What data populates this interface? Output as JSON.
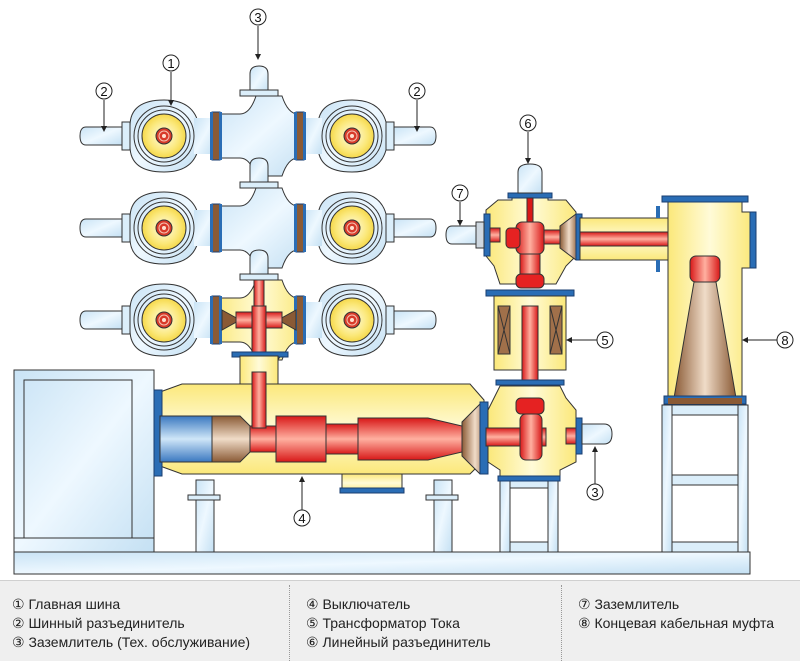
{
  "diagram": {
    "title": "Gas-insulated switchgear bay cross-section",
    "callouts": [
      {
        "num": "1",
        "glyph": "①"
      },
      {
        "num": "2",
        "glyph": "②"
      },
      {
        "num": "3",
        "glyph": "③"
      },
      {
        "num": "4",
        "glyph": "④"
      },
      {
        "num": "5",
        "glyph": "⑤"
      },
      {
        "num": "6",
        "glyph": "⑥"
      },
      {
        "num": "7",
        "glyph": "⑦"
      },
      {
        "num": "8",
        "glyph": "⑧"
      }
    ],
    "colors": {
      "enclosure_blue": "#dbeefa",
      "gas_yellow": "#fdf3a0",
      "conductor_red": "#e52222",
      "insulator_brown": "#a0704a",
      "flange_blue": "#2a6db5",
      "frame_blue": "#d8ecf8"
    }
  },
  "legend": {
    "col1": [
      "① Главная шина",
      "② Шинный разъединитель",
      "③ Заземлитель (Тех. обслуживание)"
    ],
    "col2": [
      "④ Выключатель",
      "⑤ Трансформатор Тока",
      "⑥ Линейный разъединитель"
    ],
    "col3": [
      "⑦ Заземлитель",
      "⑧ Концевая кабельная муфта"
    ]
  }
}
